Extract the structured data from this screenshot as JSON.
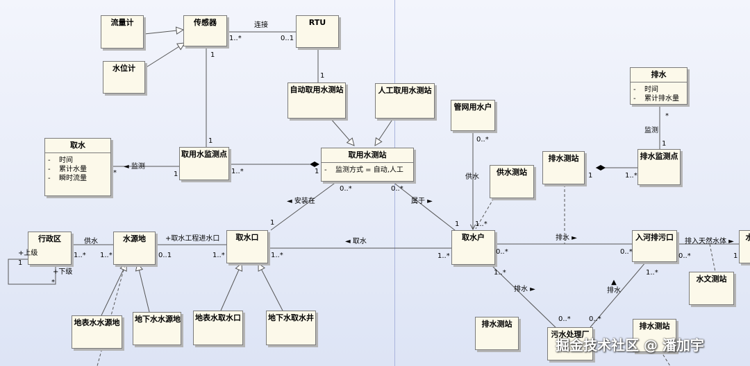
{
  "classes": {
    "flowmeter": {
      "name": "流量计"
    },
    "sensor": {
      "name": "传感器"
    },
    "rtu": {
      "name": "RTU"
    },
    "levelmeter": {
      "name": "水位计"
    },
    "auto_station": {
      "name": "自动取用水测站"
    },
    "manual_station": {
      "name": "人工取用水测站"
    },
    "pipe_user": {
      "name": "管网用水户"
    },
    "drain": {
      "name": "排水",
      "attrs": [
        "时间",
        "累计排水量"
      ]
    },
    "intake": {
      "name": "取水",
      "attrs": [
        "时间",
        "累计水量",
        "瞬时流量"
      ]
    },
    "intake_point": {
      "name": "取用水监测点"
    },
    "intake_station": {
      "name": "取用水测站",
      "attr": "监测方式 = 自动,人工"
    },
    "supply_station": {
      "name": "供水测站"
    },
    "drain_station": {
      "name": "排水测站"
    },
    "drain_point": {
      "name": "排水监测点"
    },
    "admin_area": {
      "name": "行政区"
    },
    "water_source": {
      "name": "水源地"
    },
    "intake_mouth": {
      "name": "取水口"
    },
    "intake_user": {
      "name": "取水户"
    },
    "outfall": {
      "name": "入河排污口"
    },
    "water_partial": {
      "name": "水"
    },
    "surface_source": {
      "name": "地表水水源地"
    },
    "ground_source": {
      "name": "地下水水源地"
    },
    "surface_mouth": {
      "name": "地表水取水口"
    },
    "ground_well": {
      "name": "地下水取水井"
    },
    "hydro_station": {
      "name": "水文测站"
    },
    "drain_station2": {
      "name": "排水测站"
    },
    "sewage_plant": {
      "name": "污水处理厂"
    },
    "drain_station3": {
      "name": "排水测站"
    }
  },
  "labels": {
    "connect": "连接",
    "sensor_rtu_1": "1..*",
    "sensor_rtu_2": "0..1",
    "sensor_down": "1",
    "rtu_down": "1",
    "point_up": "1",
    "monitor_left": "◄ 监测",
    "star_intake": "*",
    "one_point_left": "1",
    "point_station": "1..*",
    "station_one": "1",
    "pipe_mult": "0..*",
    "supply": "供水",
    "install": "◄ 安装在",
    "install_mult": "0..*",
    "belong": "属于 ►",
    "belong_mult": "0..*",
    "mouth_one": "1",
    "user_one": "1",
    "user_many": "1..*",
    "drain_monitor": "监测",
    "drain_star": "*",
    "drain_one": "1",
    "drain_st_one": "1",
    "drain_pt_many": "1..*",
    "upper": "+上级",
    "supply_water": "供水",
    "admin_1": "1",
    "admin_many": "1..*",
    "lower": "+下级",
    "lower_star": "*",
    "source_many": "1..*",
    "source_01": "0..1",
    "project_inlet": "+取水工程进水口",
    "mouth_many_left": "1..*",
    "mouth_many_right": "1..*",
    "take_water": "◄ 取水",
    "user_left_many": "1..*",
    "user_right_mult": "0..*",
    "drain_arrow": "排水 ►",
    "outfall_left": "0..*",
    "discharge_natural": "排入天然水体 ►",
    "outfall_right": "0..*",
    "water_one": "1",
    "user_down_many": "1..*",
    "drain_down": "排水 ►",
    "plant_mult": "0..*",
    "plant_mult2": "0..*",
    "drain_up": "▲\n排水",
    "outfall_down": "1..*"
  },
  "watermark": "掘金技术社区 @ 潘加宇"
}
